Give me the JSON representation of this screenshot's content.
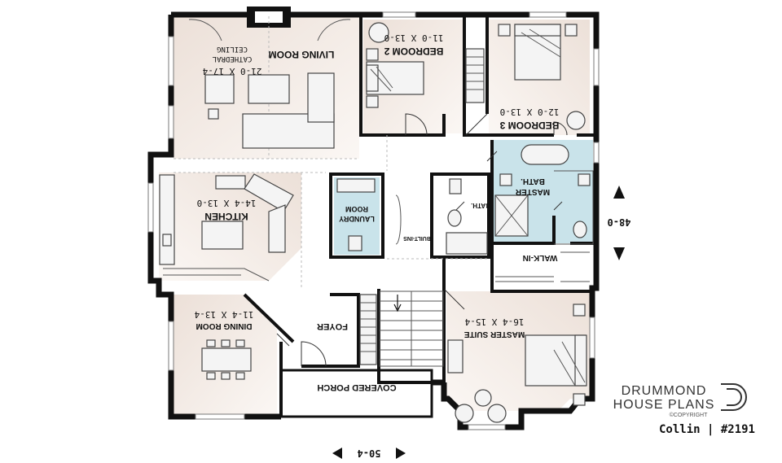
{
  "rooms": {
    "living": {
      "name": "LIVING ROOM",
      "dims": "21-0 X 17-4",
      "note1": "CATHEDRAL",
      "note2": "CEILING"
    },
    "bedroom2": {
      "name": "BEDROOM 2",
      "dims": "11-0 X 13-0"
    },
    "bedroom3": {
      "name": "BEDROOM 3",
      "dims": "12-0 X 13-0"
    },
    "kitchen": {
      "name": "KITCHEN",
      "dims": "14-4 X 13-0"
    },
    "laundry": {
      "name1": "LAUNDRY",
      "name2": "ROOM"
    },
    "bath": {
      "name": "BATH."
    },
    "master_bath": {
      "name1": "MASTER",
      "name2": "BATH."
    },
    "walk_in": {
      "name": "WALK-IN"
    },
    "built_ins": {
      "name": "BUILT-INS"
    },
    "dining": {
      "name": "DINING ROOM",
      "dims": "11-4 X 13-4"
    },
    "foyer": {
      "name": "FOYER"
    },
    "master_suite": {
      "name": "MASTER SUITE",
      "dims": "16-4 X 15-4"
    },
    "porch": {
      "name": "COVERED PORCH"
    }
  },
  "dimensions": {
    "width": "50-4",
    "depth": "48-0"
  },
  "brand": {
    "line1": "DRUMMOND",
    "line2": "HOUSE PLANS",
    "copyright": "©COPYRIGHT",
    "model": "Collin | #2191"
  },
  "colors": {
    "warm": "#f3e9e2",
    "bath": "#c9e3ea",
    "wall": "#111111",
    "floor": "#ffffff"
  }
}
